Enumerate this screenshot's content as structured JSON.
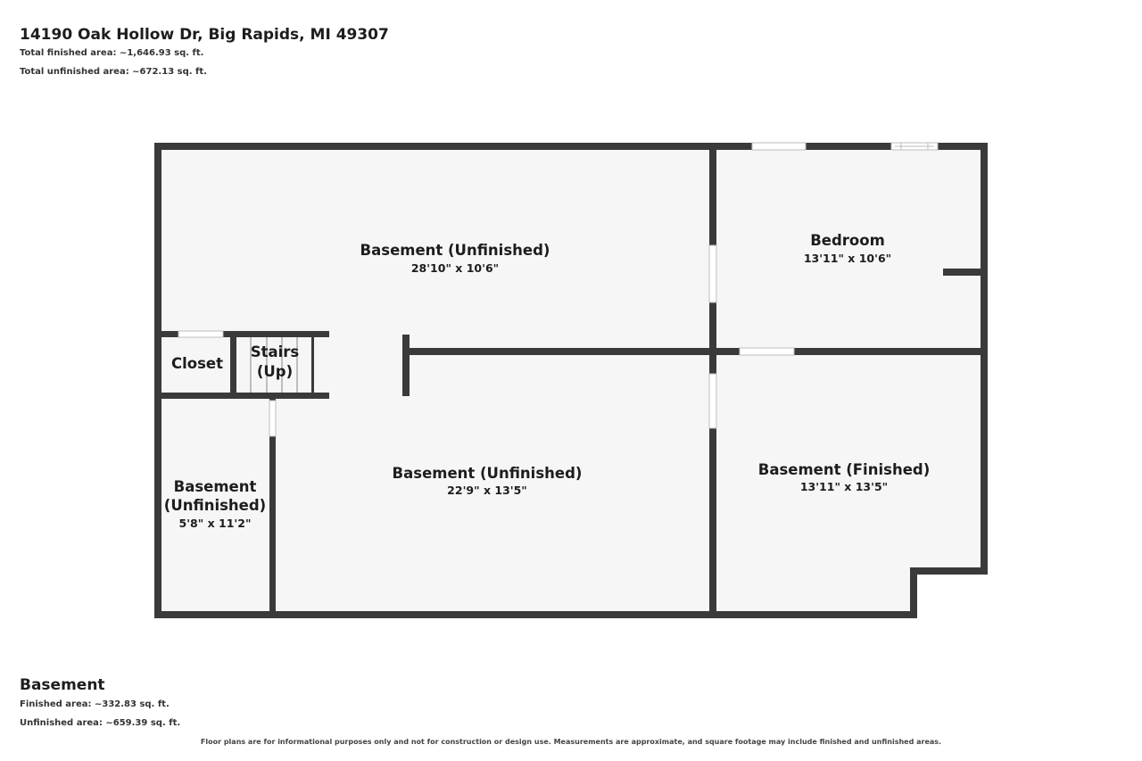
{
  "header": {
    "address": "14190 Oak Hollow Dr, Big Rapids, MI 49307",
    "total_finished": "Total finished area: ~1,646.93 sq. ft.",
    "total_unfinished": "Total unfinished area: ~672.13 sq. ft."
  },
  "rooms": {
    "basement_top": {
      "name": "Basement (Unfinished)",
      "dims": "28'10\" x 10'6\""
    },
    "bedroom": {
      "name": "Bedroom",
      "dims": "13'11\" x 10'6\""
    },
    "closet": {
      "name": "Closet"
    },
    "stairs": {
      "name_line1": "Stairs",
      "name_line2": "(Up)"
    },
    "basement_small": {
      "name_line1": "Basement",
      "name_line2": "(Unfinished)",
      "dims": "5'8\" x 11'2\""
    },
    "basement_center": {
      "name": "Basement (Unfinished)",
      "dims": "22'9\" x 13'5\""
    },
    "basement_finished": {
      "name": "Basement (Finished)",
      "dims": "13'11\" x 13'5\""
    }
  },
  "floor": {
    "name": "Basement",
    "finished": "Finished area: ~332.83 sq. ft.",
    "unfinished": "Unfinished area: ~659.39 sq. ft."
  },
  "disclaimer": "Floor plans are for informational purposes only and not for construction or design use. Measurements are approximate, and square footage may include finished and unfinished areas.",
  "colors": {
    "wall": "#3a3a3a",
    "floor": "#f6f6f6"
  }
}
